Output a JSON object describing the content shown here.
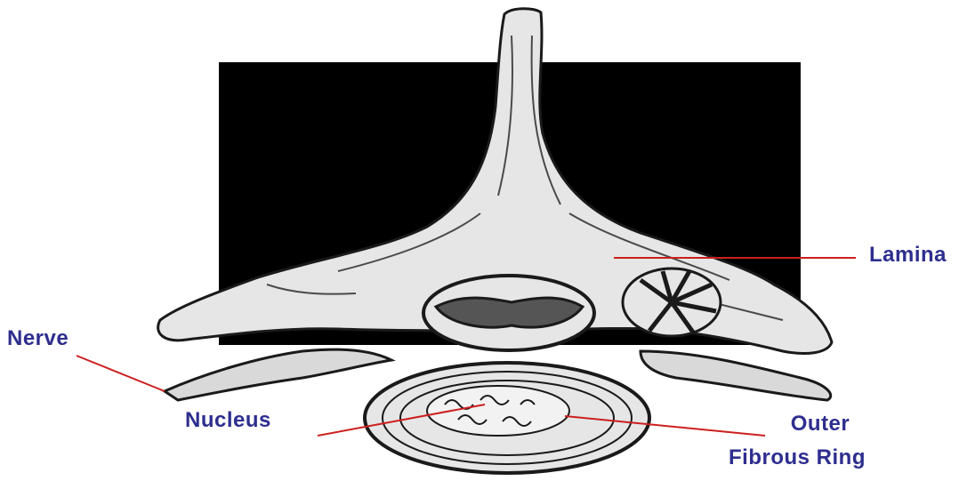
{
  "labels": {
    "lamina": "Lamina",
    "nerve": "Nerve",
    "nucleus": "Nucleus",
    "outer": "Outer",
    "fibrous_ring": "Fibrous Ring"
  },
  "colors": {
    "label_text": "#2e2e8f",
    "leader_line": "#cc1f1f",
    "background_panel": "#000000",
    "bone_fill": "#e6e6e6",
    "ink": "#1a1a1a"
  }
}
